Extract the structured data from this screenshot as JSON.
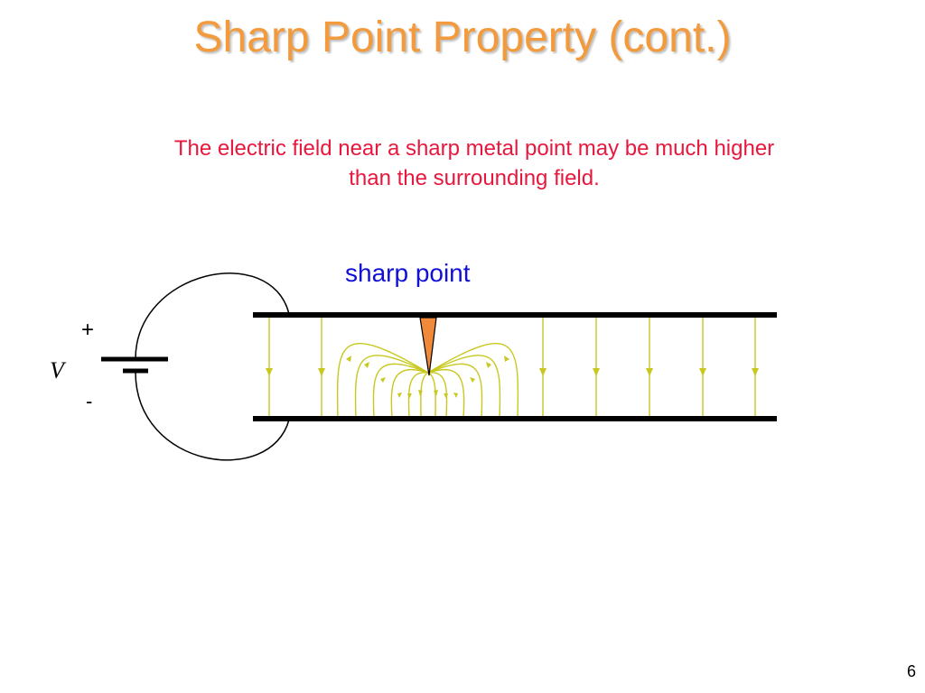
{
  "slide": {
    "title": "Sharp Point Property (cont.)",
    "caption": "The electric field near a sharp metal point may be much higher than the surrounding field.",
    "page_number": "6"
  },
  "diagram": {
    "sharp_point_label": "sharp point",
    "battery_positive": "+",
    "battery_negative": "-",
    "voltage_label": "V",
    "colors": {
      "title": "#f39a3c",
      "caption": "#e8173d",
      "label": "#1010d6",
      "field_lines": "#c8c81e",
      "plates": "#000000",
      "sharp_point": "#f08a3a"
    }
  }
}
